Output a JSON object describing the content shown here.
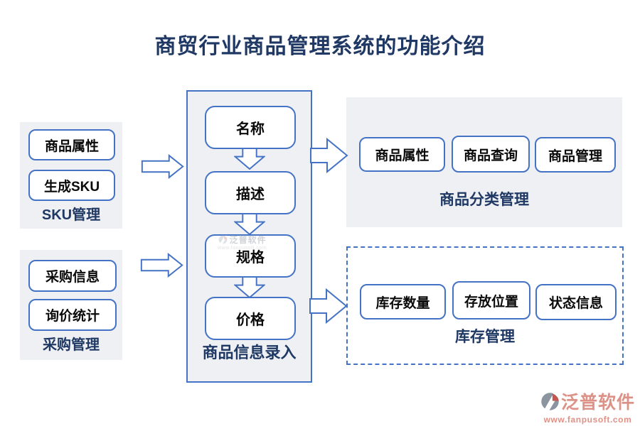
{
  "title": "商贸行业商品管理系统的功能介绍",
  "left_groups": [
    {
      "label": "SKU管理",
      "items": [
        "商品属性",
        "生成SKU"
      ]
    },
    {
      "label": "采购管理",
      "items": [
        "采购信息",
        "询价统计"
      ]
    }
  ],
  "center": {
    "label": "商品信息录入",
    "steps": [
      "名称",
      "描述",
      "规格",
      "价格"
    ]
  },
  "right_groups": [
    {
      "label": "商品分类管理",
      "items": [
        "商品属性",
        "商品查询",
        "商品管理"
      ]
    },
    {
      "label": "库存管理",
      "items": [
        "库存数量",
        "存放位置",
        "状态信息"
      ]
    }
  ],
  "watermark": {
    "brand": "泛普软件",
    "url": "www.fanpusoft.com"
  },
  "footer": {
    "brand": "泛普软件",
    "url": "www.fanpusoft.com"
  },
  "icons": {
    "arrow_right": "block-arrow-right",
    "arrow_down": "block-arrow-down",
    "brand_logo": "fanpu-swoosh-circle"
  },
  "colors": {
    "title_navy": "#1F3864",
    "node_border_blue": "#4472C4",
    "panel_bg": "#EEF0F3",
    "footer_salmon": "#DD9288"
  }
}
